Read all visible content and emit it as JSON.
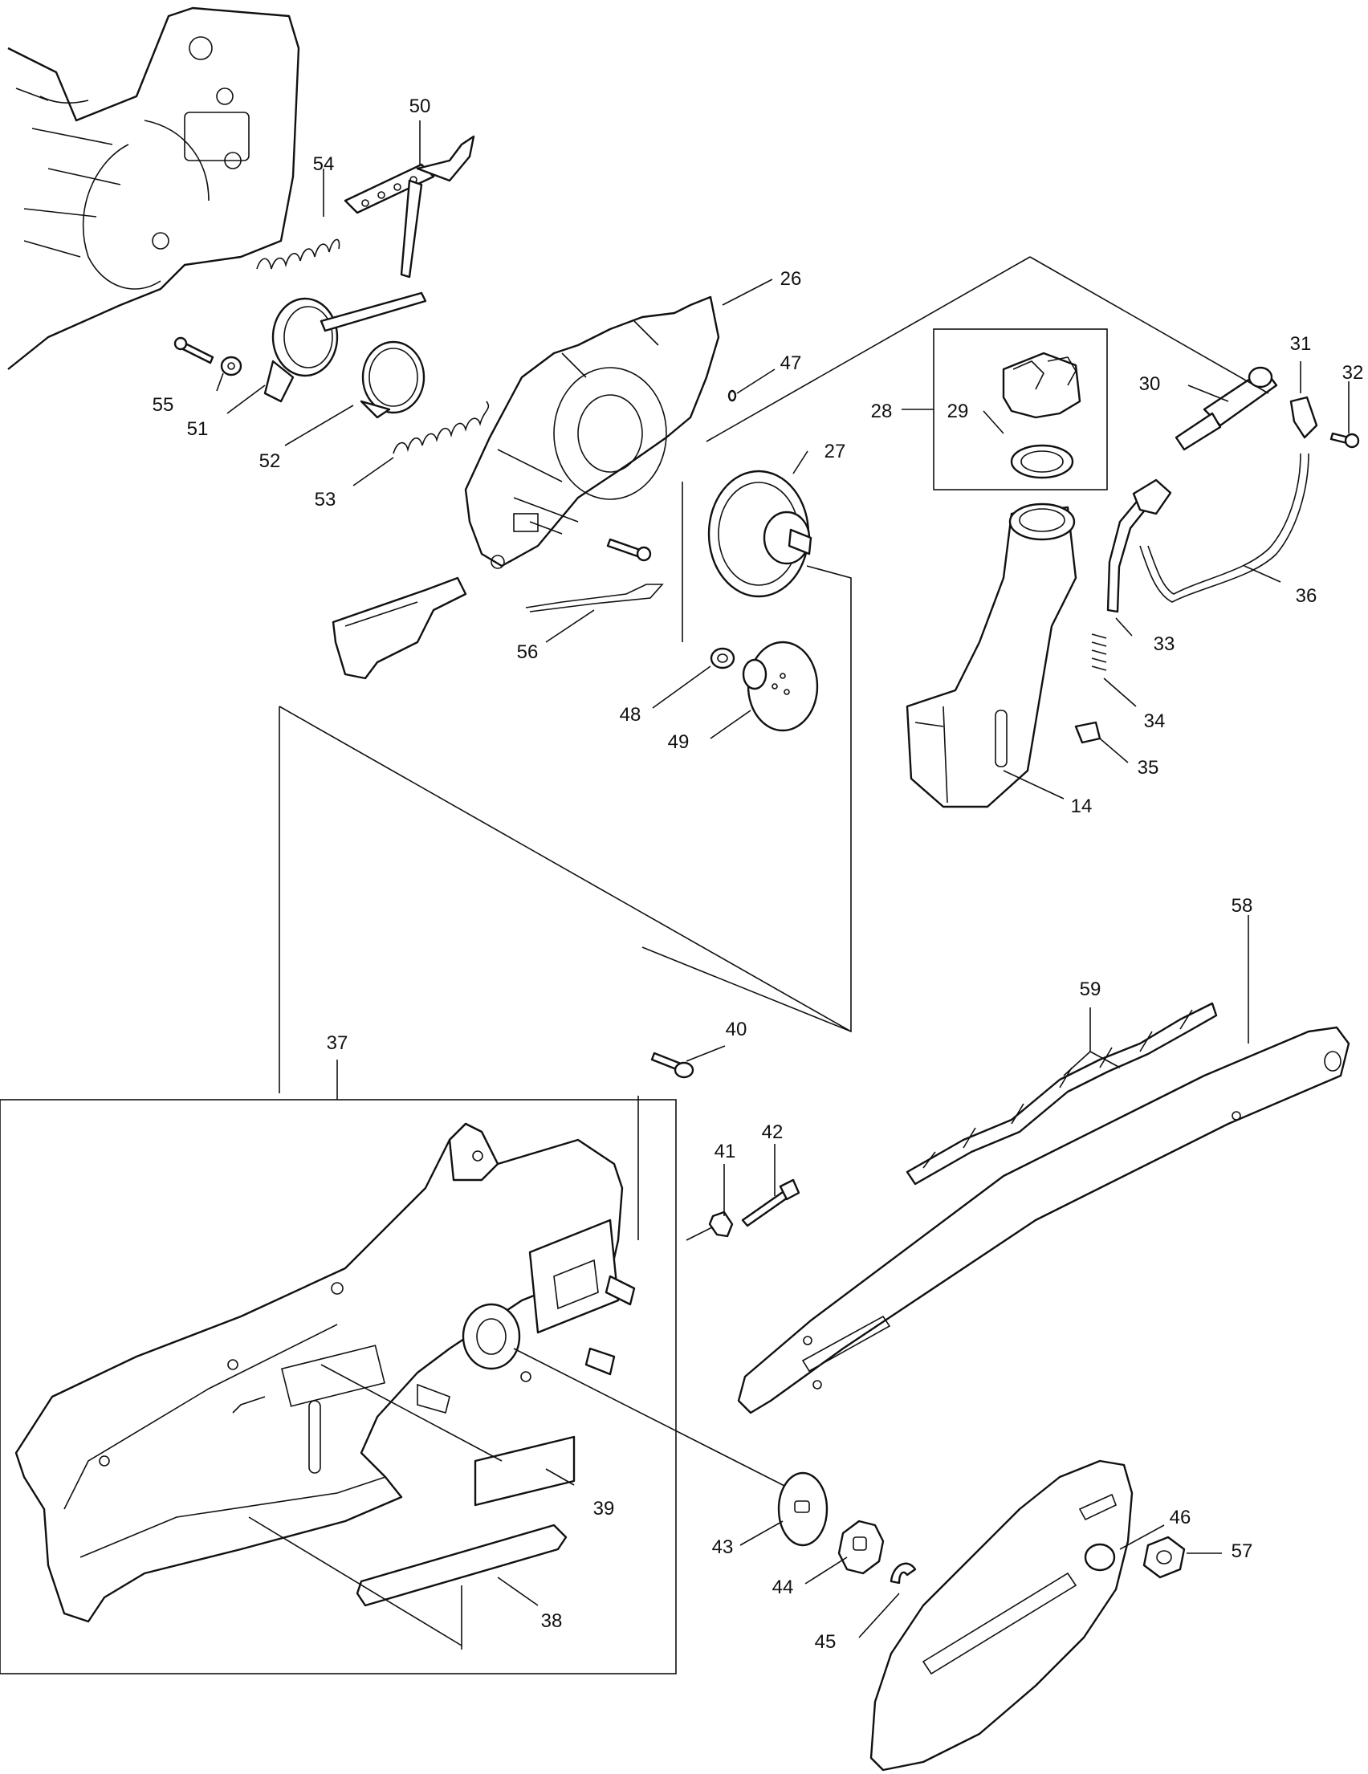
{
  "labels": [
    {
      "id": "14",
      "text": "14"
    },
    {
      "id": "26",
      "text": "26"
    },
    {
      "id": "27",
      "text": "27"
    },
    {
      "id": "28",
      "text": "28"
    },
    {
      "id": "29",
      "text": "29"
    },
    {
      "id": "30",
      "text": "30"
    },
    {
      "id": "31",
      "text": "31"
    },
    {
      "id": "32",
      "text": "32"
    },
    {
      "id": "33",
      "text": "33"
    },
    {
      "id": "34",
      "text": "34"
    },
    {
      "id": "35",
      "text": "35"
    },
    {
      "id": "36",
      "text": "36"
    },
    {
      "id": "37",
      "text": "37"
    },
    {
      "id": "38",
      "text": "38"
    },
    {
      "id": "39",
      "text": "39"
    },
    {
      "id": "40",
      "text": "40"
    },
    {
      "id": "41",
      "text": "41"
    },
    {
      "id": "42",
      "text": "42"
    },
    {
      "id": "43",
      "text": "43"
    },
    {
      "id": "44",
      "text": "44"
    },
    {
      "id": "45",
      "text": "45"
    },
    {
      "id": "46",
      "text": "46"
    },
    {
      "id": "47",
      "text": "47"
    },
    {
      "id": "48",
      "text": "48"
    },
    {
      "id": "49",
      "text": "49"
    },
    {
      "id": "50",
      "text": "50"
    },
    {
      "id": "51",
      "text": "51"
    },
    {
      "id": "52",
      "text": "52"
    },
    {
      "id": "53",
      "text": "53"
    },
    {
      "id": "54",
      "text": "54"
    },
    {
      "id": "55",
      "text": "55"
    },
    {
      "id": "56",
      "text": "56"
    },
    {
      "id": "57",
      "text": "57"
    },
    {
      "id": "58",
      "text": "58"
    },
    {
      "id": "59",
      "text": "59"
    }
  ]
}
